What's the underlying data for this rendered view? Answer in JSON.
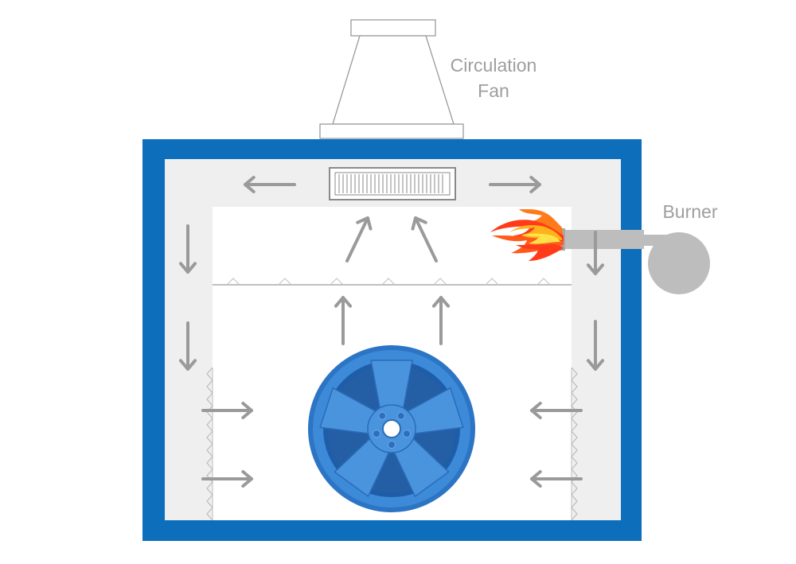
{
  "labels": {
    "circulation_fan_line1": "Circulation",
    "circulation_fan_line2": "Fan",
    "burner": "Burner"
  },
  "colors": {
    "oven_wall": "#0d6ebc",
    "insulation": "#efefef",
    "chamber": "#ffffff",
    "arrow": "#9a9a9a",
    "outline": "#9a9a9a",
    "burner_body": "#bdbdbd",
    "wheel": "#3a86d6",
    "wheel_dark": "#1f5da8",
    "flame_outer": "#ff3b1a",
    "flame_mid": "#ff9a1a",
    "flame_inner": "#ffe14a"
  },
  "icons": {
    "fan": "circulation-fan-icon",
    "grille": "fan-grille-icon",
    "burner": "burner-icon",
    "flame": "flame-icon",
    "wheel": "wheel-rim-icon"
  }
}
